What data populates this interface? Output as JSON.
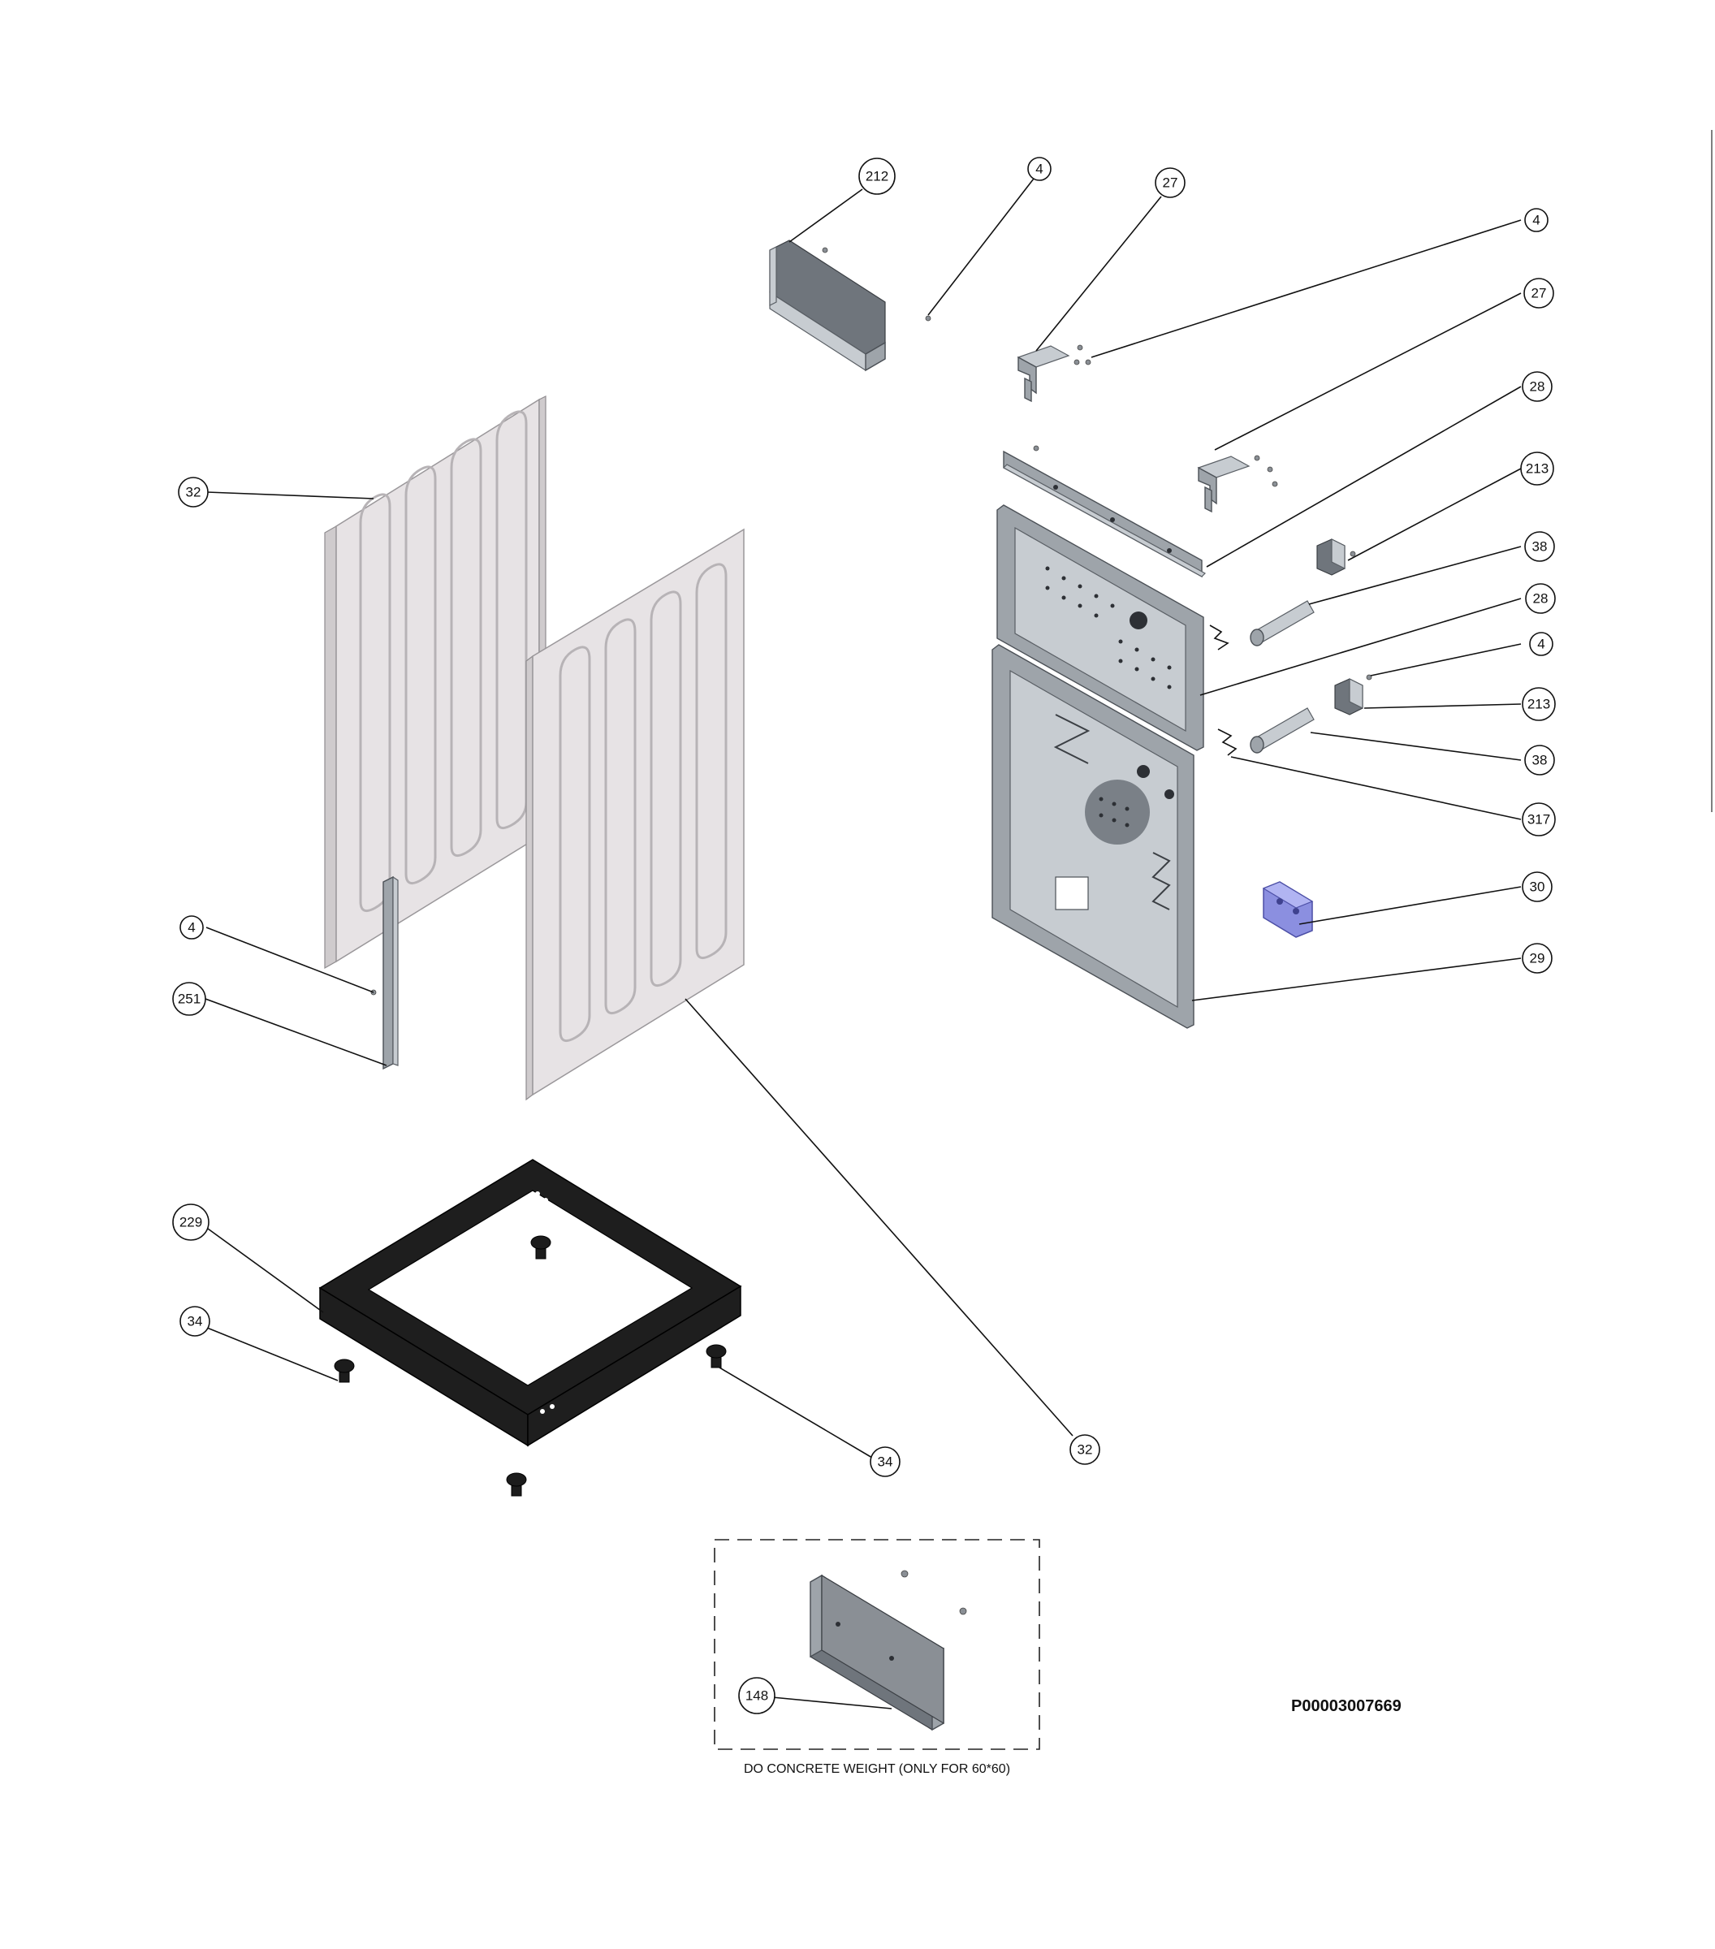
{
  "callouts": [
    {
      "id": "c1",
      "label": "212"
    },
    {
      "id": "c2",
      "label": "4"
    },
    {
      "id": "c3",
      "label": "27"
    },
    {
      "id": "c4",
      "label": "4"
    },
    {
      "id": "c5",
      "label": "27"
    },
    {
      "id": "c6",
      "label": "28"
    },
    {
      "id": "c7",
      "label": "213"
    },
    {
      "id": "c8",
      "label": "38"
    },
    {
      "id": "c9",
      "label": "28"
    },
    {
      "id": "c10",
      "label": "4"
    },
    {
      "id": "c11",
      "label": "213"
    },
    {
      "id": "c12",
      "label": "38"
    },
    {
      "id": "c13",
      "label": "317"
    },
    {
      "id": "c14",
      "label": "30"
    },
    {
      "id": "c15",
      "label": "29"
    },
    {
      "id": "c16",
      "label": "32"
    },
    {
      "id": "c17",
      "label": "4"
    },
    {
      "id": "c18",
      "label": "251"
    },
    {
      "id": "c19",
      "label": "229"
    },
    {
      "id": "c20",
      "label": "34"
    },
    {
      "id": "c21",
      "label": "34"
    },
    {
      "id": "c22",
      "label": "32"
    },
    {
      "id": "c23",
      "label": "148"
    }
  ],
  "part_code": "P00003007669",
  "weight_caption": "DO CONCRETE WEIGHT (ONLY FOR 60*60)"
}
